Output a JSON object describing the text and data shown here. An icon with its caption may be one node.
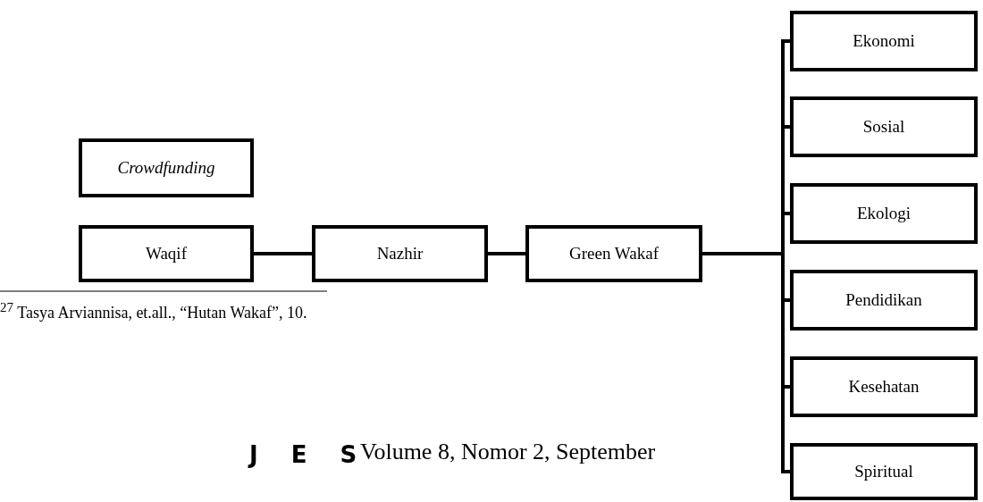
{
  "diagram": {
    "nodes": [
      {
        "text": [
          "Crowdfunding"
        ]
      },
      {
        "text": [
          "Waqif"
        ]
      },
      {
        "text": [
          "Nazhir"
        ]
      },
      {
        "text": [
          "Green Wakaf"
        ]
      },
      {
        "text": [
          "Ekonomi"
        ]
      },
      {
        "text": [
          "Sosial"
        ]
      },
      {
        "text": [
          "Ekologi"
        ]
      },
      {
        "text": [
          "Pendidikan"
        ]
      },
      {
        "text": [
          "Kesehatan"
        ]
      },
      {
        "text": [
          "Spiritual"
        ]
      }
    ],
    "edges": [
      {
        "from": 1,
        "to": 2,
        "arrow": "none"
      },
      {
        "from": 2,
        "to": 3,
        "arrow": "none"
      },
      {
        "from": 3,
        "to": 4,
        "arrow": "none"
      },
      {
        "from": 3,
        "to": 5,
        "arrow": "none"
      },
      {
        "from": 3,
        "to": 6,
        "arrow": "none"
      },
      {
        "from": 3,
        "to": 7,
        "arrow": "none"
      },
      {
        "from": 3,
        "to": 8,
        "arrow": "none"
      },
      {
        "from": 3,
        "to": 9,
        "arrow": "none"
      }
    ],
    "labels": [
      "$^{27}$ Tasya Arviannisa, et.all., “Hutan Wakaf”, 10.",
      "J E S",
      "Volume 8, Nomor 2, September"
    ]
  }
}
